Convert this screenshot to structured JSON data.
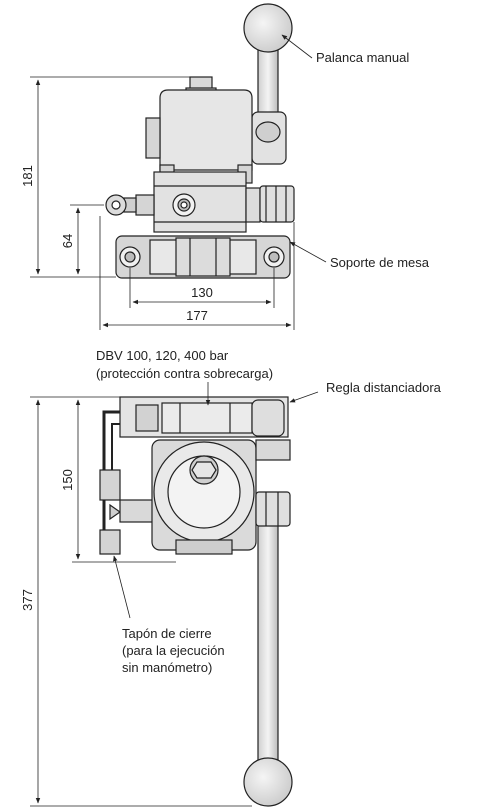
{
  "callouts": {
    "hand_lever": "Palanca manual",
    "table_bracket": "Soporte de mesa",
    "relief_valve_line1": "DBV 100, 120, 400 bar",
    "relief_valve_line2": "(protección contra sobrecarga)",
    "spacer_bar": "Regla distanciadora",
    "plug_line1": "Tapón de cierre",
    "plug_line2": "(para la ejecución",
    "plug_line3": "sin manómetro)"
  },
  "dimensions": {
    "total_height_top": "181",
    "center_height": "64",
    "mount_width": "130",
    "overall_width": "177",
    "valve_height": "150",
    "total_height_bottom": "377"
  },
  "colors": {
    "body_fill": "#e6e6e6",
    "body_dark": "#bdbdbd",
    "line": "#222222"
  }
}
